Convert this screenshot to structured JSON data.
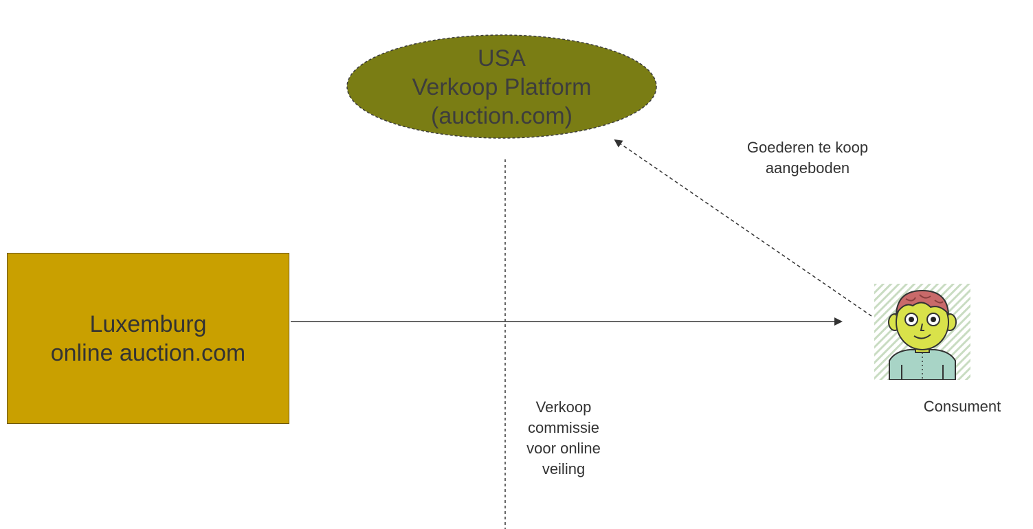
{
  "diagram": {
    "platform_node": {
      "line1": "USA",
      "line2": "Verkoop Platform",
      "line3": "(auction.com)",
      "fill": "#7a7d14"
    },
    "company_node": {
      "line1": "Luxemburg",
      "line2": "online auction.com",
      "fill": "#c9a000"
    },
    "goods_label": {
      "line1": "Goederen te koop",
      "line2": "aangeboden"
    },
    "commission_label": {
      "line1": "Verkoop",
      "line2": "commissie",
      "line3": "voor online",
      "line4": "veiling"
    },
    "consumer_label": "Consument"
  }
}
